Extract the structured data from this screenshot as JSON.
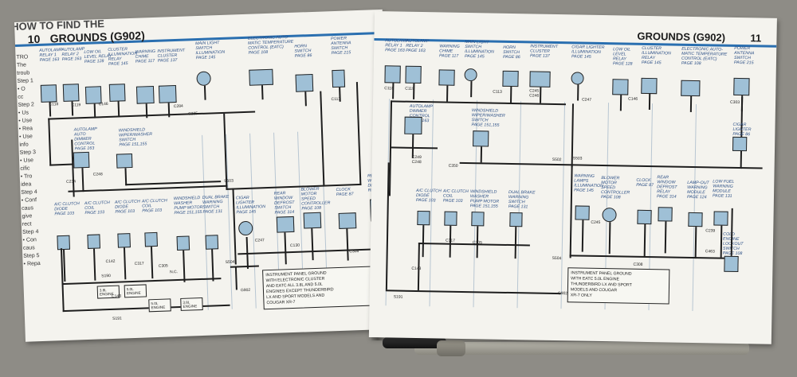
{
  "left_page": {
    "page_number": "10",
    "title": "GROUNDS (G902)",
    "behind_title": "HOW TO FIND THE",
    "side_text": [
      "TRO",
      "The",
      "troub",
      "Step 1",
      "• O",
      "cc",
      "Step 2",
      "• Us",
      "• Use",
      "• Rea",
      "• Use",
      "info",
      "Step 3",
      "• Use",
      "cific",
      "• Tro",
      "idea",
      "Step 4",
      "• Conf",
      "caus",
      "give",
      "rect",
      "Step 4",
      "• Con",
      "caus",
      "Step 5",
      "• Repa"
    ],
    "components": [
      {
        "label": "AUTOLAMP\nRELAY 1\nPAGE 163"
      },
      {
        "label": "AUTOLAMP\nRELAY 2\nPAGE 163"
      },
      {
        "label": "LOW OIL\nLEVEL RELAY\nPAGE 128"
      },
      {
        "label": "CLUSTER\nILLUMINATION\nRELAY\nPAGE 145"
      },
      {
        "label": "WARNING\nCHIME\nPAGE 117"
      },
      {
        "label": "INSTRUMENT\nCLUSTER\nPAGE 137"
      },
      {
        "label": "MAIN LIGHT\nSWITCH\nILLUMINATION\nPAGE 145"
      },
      {
        "label": "ELECTRONIC AUTO-\nMATIC TEMPERATURE\nCONTROL (EATC)\nPAGE 108"
      },
      {
        "label": "HORN\nSWITCH\nPAGE 86"
      },
      {
        "label": "POWER\nANTENNA\nSWITCH\nPAGE 215"
      },
      {
        "label": "AUTOLAMP\nAUTO\nDIMMER\nCONTROL\nPAGE 163"
      },
      {
        "label": "WINDSHIELD\nWIPER/WASHER\nSWITCH\nPAGE 151,155"
      },
      {
        "label": "A/C CLUTCH\nDIODE\nPAGE 103"
      },
      {
        "label": "A/C CLUTCH\nCOIL\nPAGE 103"
      },
      {
        "label": "A/C CLUTCH\nDIODE\nPAGE 103"
      },
      {
        "label": "A/C CLUTCH\nCOIL\nPAGE 103"
      },
      {
        "label": "WINDSHIELD\nWASHER\nPUMP MOTOR\nPAGE 151,155"
      },
      {
        "label": "DUAL BRAKE\nWARNING\nSWITCH\nPAGE 131"
      },
      {
        "label": "CIGAR\nLIGHTER\nILLUMINATION\nPAGE 145"
      },
      {
        "label": "REAR\nWINDOW\nDEFROST\nSWITCH\nPAGE 314"
      },
      {
        "label": "BLOWER\nMOTOR\nSPEED\nCONTROLLER\nPAGE 108"
      },
      {
        "label": "CLOCK\nPAGE 87"
      },
      {
        "label": "REAR\nWINDOW\nDEFROST\nRELAY"
      }
    ],
    "connectors": [
      "C118",
      "C119",
      "C146",
      "C284",
      "C285",
      "C113",
      "C248",
      "C234",
      "C247",
      "C130",
      "C142",
      "C317",
      "C305",
      "C143",
      "C308"
    ],
    "splices": [
      "S503",
      "S504",
      "S190",
      "S191"
    ],
    "ground": "G902",
    "engine_labels": [
      "3.8L\nENGINE",
      "5.0L\nENGINE",
      "5.0L\nENGINE",
      "3.8L\nENGINE"
    ],
    "nc_label": "N.C.",
    "note": "INSTRUMENT PANEL GROUND\nWITH ELECTRONIC CLUSTER\nAND EATC ALL 3.8L AND 5.0L\nENGINES EXCEPT THUNDERBIRD\nLX AND SPORT MODELS AND\nCOUGAR XR-7"
  },
  "right_page": {
    "page_number": "11",
    "title": "GROUNDS (G902)",
    "components": [
      {
        "label": "AUTOLAMP\nRELAY 1\nPAGE 163"
      },
      {
        "label": "AUTOLAMP\nRELAY 2\nPAGE 163"
      },
      {
        "label": "WARNING\nCHIME\nPAGE 117"
      },
      {
        "label": "MAIN LIGHT\nSWITCH\nILLUMINATION\nPAGE 145"
      },
      {
        "label": "HORN\nSWITCH\nPAGE 86"
      },
      {
        "label": "INSTRUMENT\nCLUSTER\nPAGE 137"
      },
      {
        "label": "CIGAR LIGHTER\nILLUMINATION\nPAGE 145"
      },
      {
        "label": "LOW OIL\nLEVEL\nRELAY\nPAGE 128"
      },
      {
        "label": "CLUSTER\nILLUMINATION\nRELAY\nPAGE 145"
      },
      {
        "label": "ELECTRONIC AUTO-\nMATIC TEMPERATURE\nCONTROL (EATC)\nPAGE 108"
      },
      {
        "label": "POWER\nANTENNA\nSWITCH\nPAGE 215"
      },
      {
        "label": "AUTOLAMP\nDIMMER\nCONTROL\nPAGE 163"
      },
      {
        "label": "WINDSHIELD\nWIPER/WASHER\nSWITCH\nPAGE 151,155"
      },
      {
        "label": "CIGAR\nLIGHTER\nPAGE 86"
      },
      {
        "label": "A/C CLUTCH\nDIODE\nPAGE 103"
      },
      {
        "label": "A/C CLUTCH\nCOIL\nPAGE 103"
      },
      {
        "label": "WINDSHIELD\nWASHER\nPUMP MOTOR\nPAGE 151,155"
      },
      {
        "label": "DUAL BRAKE\nWARNING\nSWITCH\nPAGE 131"
      },
      {
        "label": "WARNING\nLAMPS\nILLUMINATION\nPAGE 145"
      },
      {
        "label": "BLOWER\nMOTOR\nSPEED\nCONTROLLER\nPAGE 108"
      },
      {
        "label": "CLOCK\nPAGE 87"
      },
      {
        "label": "REAR\nWINDOW\nDEFROST\nRELAY\nPAGE 314"
      },
      {
        "label": "LAMP-OUT\nWARNING\nMODULE\nPAGE 124"
      },
      {
        "label": "LOW FUEL\nWARNING\nMODULE\nPAGE 131"
      },
      {
        "label": "COLD\nENGINE\nLOCKOUT\nSWITCH\nPAGE 108"
      }
    ],
    "connectors": [
      "C118",
      "C119",
      "C113",
      "C245",
      "C246",
      "C247",
      "C146",
      "C303",
      "C248",
      "C249",
      "C350",
      "C317",
      "C305",
      "C143",
      "C245",
      "C308",
      "C239",
      "C463"
    ],
    "splices": [
      "S502",
      "S503",
      "S504",
      "S191"
    ],
    "ground": "G902",
    "note": "INSTRUMENT PANEL GROUND\nWITH EATC 5.0L ENGINE\nTHUNDERBIRD LX AND SPORT\nMODELS AND COUGAR\nXR-7 ONLY"
  },
  "colors": {
    "accent_blue": "#2a6fb0",
    "component_fill": "#9fc0d6",
    "page": "#f4f3ee",
    "background": "#8e8c86"
  }
}
